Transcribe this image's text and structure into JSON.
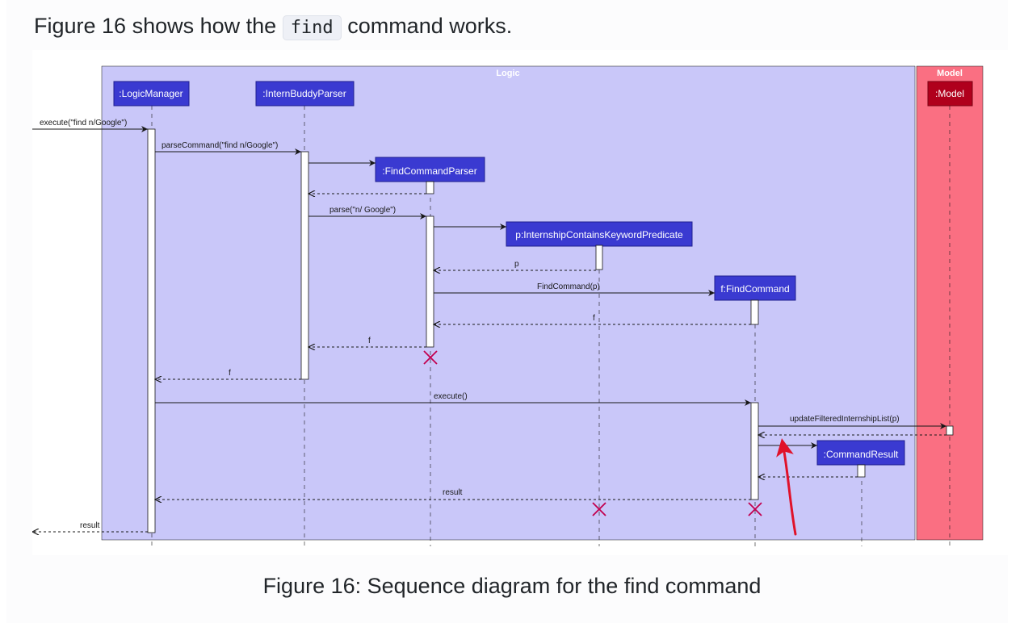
{
  "intro": {
    "prefix": "Figure 16 shows how the",
    "code": "find",
    "suffix": "command works."
  },
  "caption": "Figure 16: Sequence diagram for the find command",
  "diagram": {
    "boxes": {
      "logic": "Logic",
      "model": "Model"
    },
    "participants": {
      "logic_manager": ":LogicManager",
      "parser": ":InternBuddyParser",
      "find_command_parser": ":FindCommandParser",
      "predicate": "p:InternshipContainsKeywordPredicate",
      "find_command": "f:FindCommand",
      "command_result": ":CommandResult",
      "model": ":Model"
    },
    "messages": {
      "execute_input": "execute(\"find n/Google\")",
      "parse_command": "parseCommand(\"find n/Google\")",
      "parse": "parse(\"n/ Google\")",
      "return_p": "p",
      "find_command_ctor": "FindCommand(p)",
      "return_f1": "f",
      "return_f2": "f",
      "return_f3": "f",
      "execute": "execute()",
      "update_list": "updateFilteredInternshipList(p)",
      "return_result1": "result",
      "return_result2": "result"
    },
    "colors": {
      "logic_bg": "#c9c7f9",
      "model_bg": "#fa6f82",
      "participant_blue": "#3a3ad1",
      "participant_red": "#b0001c",
      "destroy_mark": "#c2004f",
      "annotation_arrow": "#e0122a"
    }
  }
}
